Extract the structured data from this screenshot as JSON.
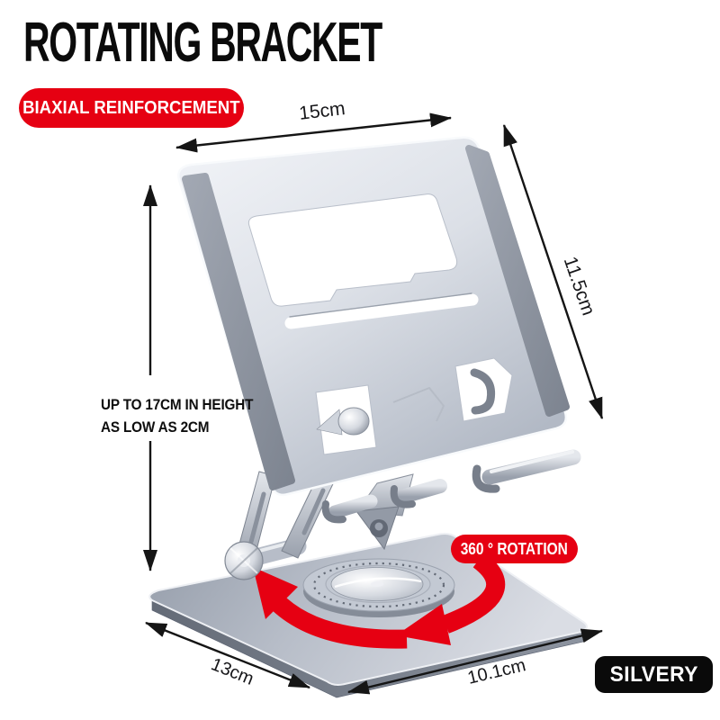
{
  "page": {
    "title": "ROTATING BRACKET"
  },
  "badges": {
    "feature": "BIAXIAL REINFORCEMENT",
    "rotation": "360 ° ROTATION",
    "color_variant": "SILVERY"
  },
  "dimensions": {
    "width": "15cm",
    "height": "11.5cm",
    "base_depth": "13cm",
    "base_width": "10.1cm",
    "lift_note_line1": "UP TO 17CM IN HEIGHT",
    "lift_note_line2": "AS LOW AS 2CM"
  },
  "icons": {
    "rotation_arrows": "curved-rotation-arrows",
    "dimension_arrows": "double-headed-dimension-arrow"
  },
  "colors": {
    "accent_red": "#e60012",
    "badge_black": "#0a0a0a",
    "annotation_black": "#151515",
    "product_silver_light": "#eef1f5",
    "product_silver_mid": "#c3c9d3",
    "product_silver_dark": "#8d94a0",
    "background": "#ffffff"
  }
}
